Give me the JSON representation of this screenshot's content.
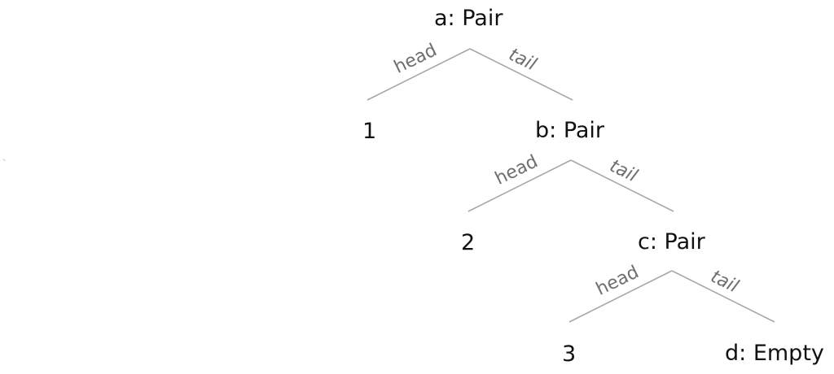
{
  "tree": {
    "nodes": {
      "a": "a: Pair",
      "one": "1",
      "b": "b: Pair",
      "two": "2",
      "c": "c: Pair",
      "three": "3",
      "d": "d: Empty"
    },
    "edges": {
      "a_head": "head",
      "a_tail": "tail",
      "b_head": "head",
      "b_tail": "tail",
      "c_head": "head",
      "c_tail": "tail"
    }
  },
  "colors": {
    "edge_line": "#a8a8a8",
    "edge_label": "#6e6e6e",
    "node_text": "#111111",
    "background": "#ffffff"
  }
}
